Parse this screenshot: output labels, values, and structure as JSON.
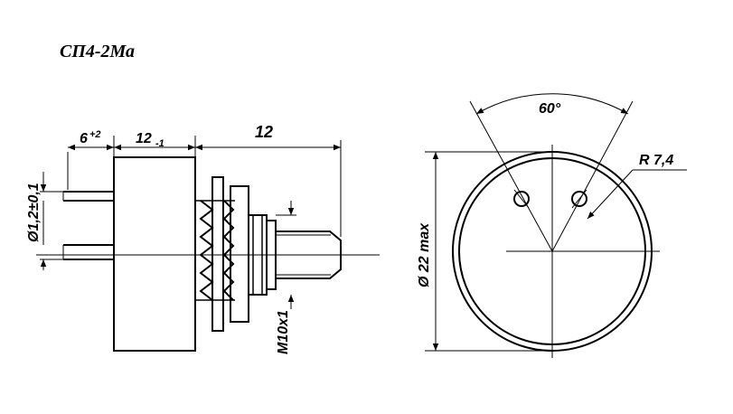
{
  "title": "СП4-2Ма",
  "dimensions": {
    "shaft_offset": "6",
    "shaft_offset_tol": "+2",
    "body_length": "12",
    "body_length_tol": "-1",
    "shaft_length": "12",
    "pin_diameter": "Ø1,2±0,1",
    "thread": "M10x1",
    "diameter_max": "Ø 22 max",
    "angle": "60°",
    "radius": "R 7,4"
  }
}
